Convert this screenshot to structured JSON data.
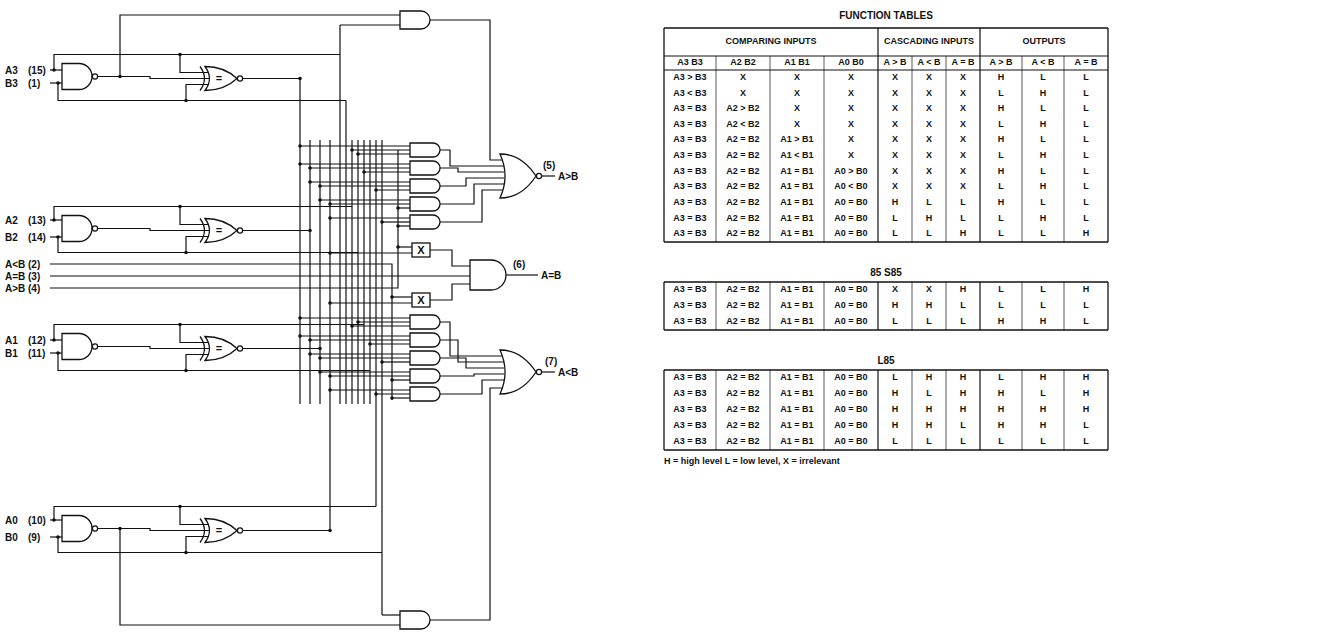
{
  "diagram": {
    "title": "FUNCTION TABLES",
    "labels": [
      "A3",
      "(15)",
      "B3",
      "(1)",
      "=",
      "A2",
      "(13)",
      "B2",
      "(14)",
      "=",
      "A<B",
      "(2)",
      "A=B",
      "(3)",
      "A>B",
      "(4)",
      "A1",
      "(12)",
      "B1",
      "(11)",
      "=",
      "A0",
      "(10)",
      "B0",
      "(9)",
      "=",
      "(5)",
      "A>B",
      "X",
      "(6)",
      "A=B",
      "X",
      "(7)",
      "A<B",
      "COMPARING INPUTS",
      "CASCADING INPUTS",
      "OUTPUTS",
      "A3 B3",
      "A2 B2",
      "A1 B1",
      "A0 B0",
      "A > B",
      "A < B",
      "A = B",
      "A > B",
      "A < B",
      "A = B",
      "A3 > B3",
      "X",
      "X",
      "X",
      "X",
      "X",
      "X",
      "H",
      "L",
      "L",
      "A3 < B3",
      "X",
      "X",
      "X",
      "X",
      "X",
      "X",
      "L",
      "H",
      "L",
      "A3 = B3",
      "A2 > B2",
      "X",
      "X",
      "X",
      "X",
      "X",
      "H",
      "L",
      "L",
      "A3 = B3",
      "A2 < B2",
      "X",
      "X",
      "X",
      "X",
      "X",
      "L",
      "H",
      "L",
      "A3 = B3",
      "A2 = B2",
      "A1 > B1",
      "X",
      "X",
      "X",
      "X",
      "H",
      "L",
      "L",
      "A3 = B3",
      "A2 = B2",
      "A1 < B1",
      "X",
      "X",
      "X",
      "X",
      "L",
      "H",
      "L",
      "A3 = B3",
      "A2 = B2",
      "A1 = B1",
      "A0 > B0",
      "X",
      "X",
      "X",
      "H",
      "L",
      "L",
      "A3 = B3",
      "A2 = B2",
      "A1 = B1",
      "A0 < B0",
      "X",
      "X",
      "X",
      "L",
      "H",
      "L",
      "A3 = B3",
      "A2 = B2",
      "A1 = B1",
      "A0 = B0",
      "H",
      "L",
      "L",
      "H",
      "L",
      "L",
      "A3 = B3",
      "A2 = B2",
      "A1 = B1",
      "A0 = B0",
      "L",
      "H",
      "L",
      "L",
      "H",
      "L",
      "A3 = B3",
      "A2 = B2",
      "A1 = B1",
      "A0 = B0",
      "L",
      "L",
      "H",
      "L",
      "L",
      "H",
      "85 S85",
      "A3 = B3",
      "A2 = B2",
      "A1 = B1",
      "A0 = B0",
      "X",
      "X",
      "H",
      "L",
      "L",
      "H",
      "A3 = B3",
      "A2 = B2",
      "A1 = B1",
      "A0 = B0",
      "H",
      "H",
      "L",
      "L",
      "L",
      "L",
      "A3 = B3",
      "A2 = B2",
      "A1 = B1",
      "A0 = B0",
      "L",
      "L",
      "L",
      "H",
      "H",
      "L",
      "L85",
      "A3 = B3",
      "A2 = B2",
      "A1 = B1",
      "A0 = B0",
      "L",
      "H",
      "H",
      "L",
      "H",
      "H",
      "A3 = B3",
      "A2 = B2",
      "A1 = B1",
      "A0 = B0",
      "H",
      "L",
      "H",
      "H",
      "L",
      "H",
      "A3 = B3",
      "A2 = B2",
      "A1 = B1",
      "A0 = B0",
      "H",
      "H",
      "H",
      "H",
      "H",
      "H",
      "A3 = B3",
      "A2 = B2",
      "A1 = B1",
      "A0 = B0",
      "H",
      "H",
      "L",
      "H",
      "H",
      "L",
      "A3 = B3",
      "A2 = B2",
      "A1 = B1",
      "A0 = B0",
      "L",
      "L",
      "L",
      "L",
      "L",
      "L",
      "H = high level  L = low level, X = irrelevant"
    ]
  }
}
